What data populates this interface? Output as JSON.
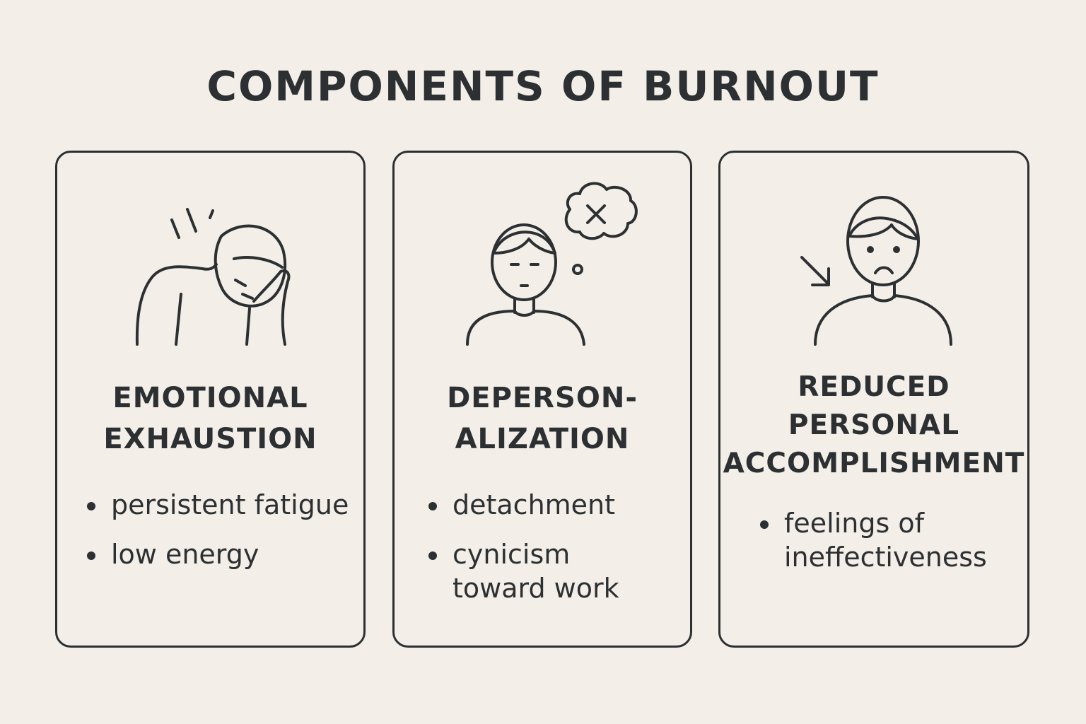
{
  "title": "COMPONENTS OF BURNOUT",
  "cards": [
    {
      "heading_lines": [
        "EMOTIONAL",
        "EXHAUSTION"
      ],
      "icon": "tired-person-icon",
      "bullets": [
        {
          "lines": [
            "persistent fatigue"
          ]
        },
        {
          "lines": [
            "low energy"
          ]
        }
      ]
    },
    {
      "heading_lines": [
        "DEPERSON-",
        "ALIZATION"
      ],
      "icon": "detached-person-thought-icon",
      "bullets": [
        {
          "lines": [
            "detachment"
          ]
        },
        {
          "lines": [
            "cynicism",
            "toward work"
          ]
        }
      ]
    },
    {
      "heading_lines": [
        "REDUCED",
        "PERSONAL",
        "ACCOMPLISHMENT"
      ],
      "icon": "sad-person-icon",
      "bullets": [
        {
          "lines": [
            "feelings of",
            "ineffectiveness"
          ]
        }
      ]
    }
  ],
  "colors": {
    "background": "#f3efe8",
    "ink": "#2c3032"
  }
}
